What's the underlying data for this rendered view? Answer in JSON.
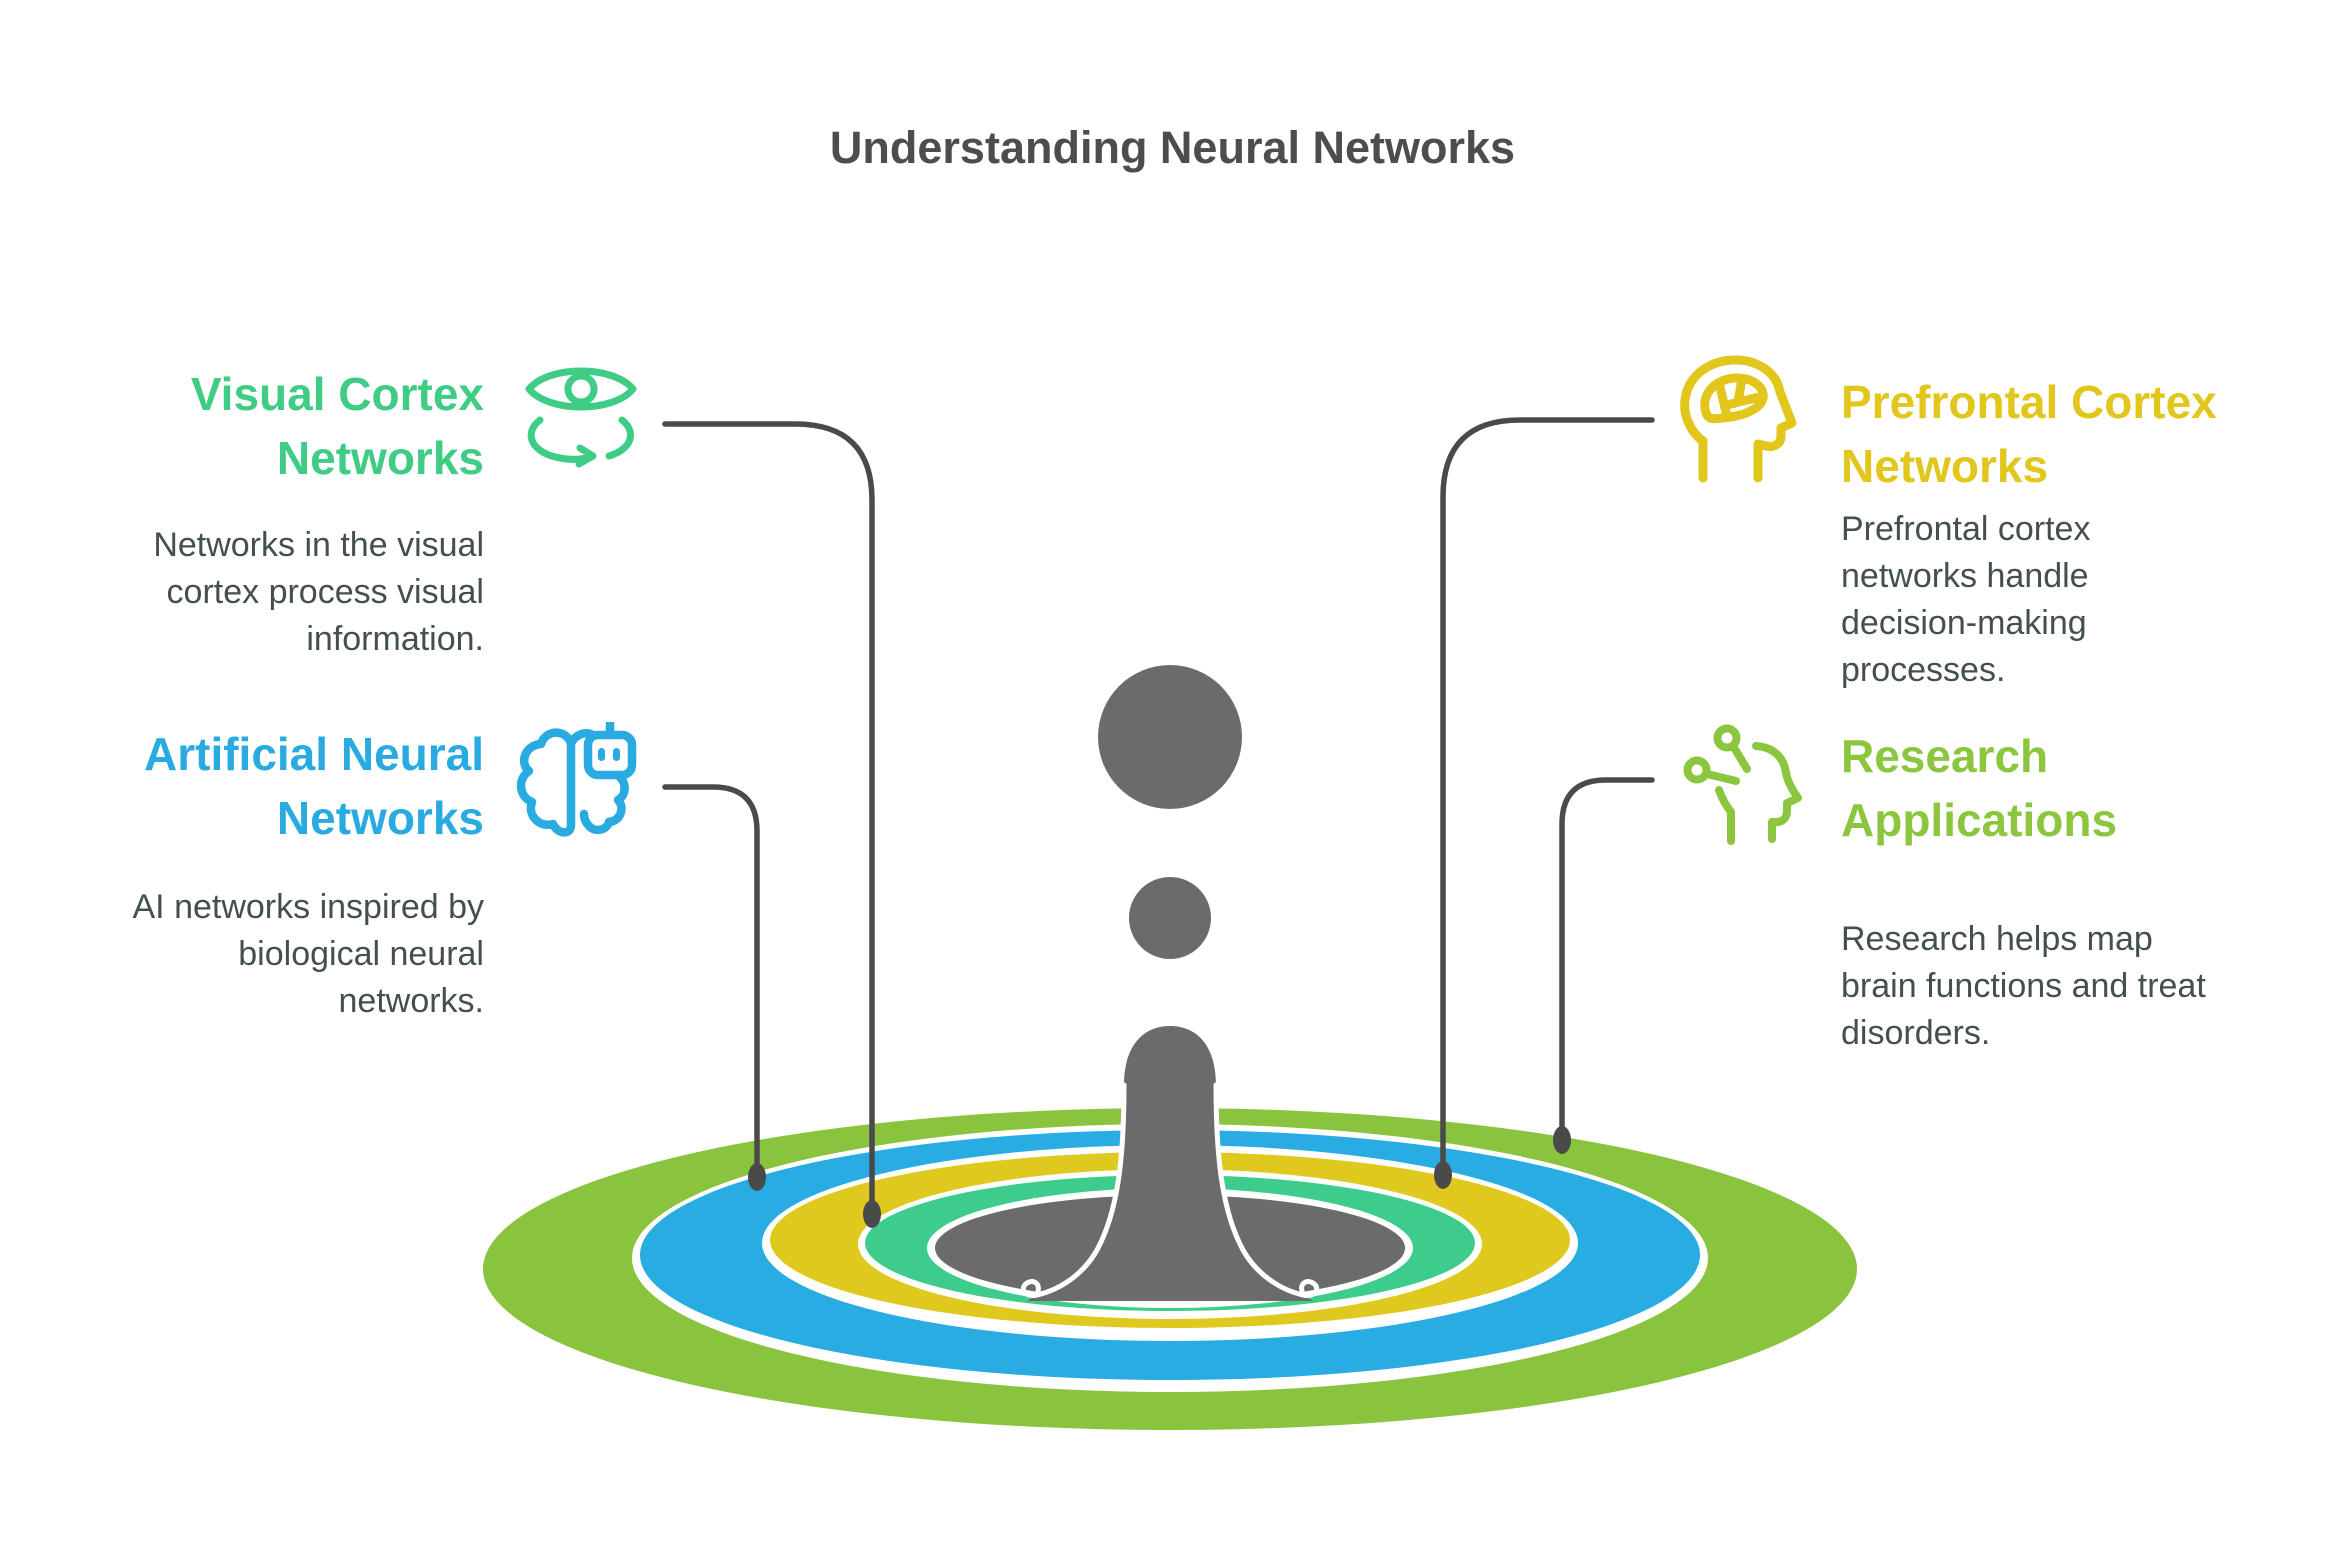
{
  "title": "Understanding Neural Networks",
  "colors": {
    "title_text": "#4D4D4D",
    "body_text": "#44504A",
    "connector": "#4A4A4A",
    "splash_gray": "#6B6B6B",
    "white": "#FFFFFF",
    "ring_lime": "#8AC43F",
    "ring_blue": "#29ACE2",
    "ring_yellow": "#E0C91E",
    "ring_emerald": "#3ECC8C"
  },
  "sections": [
    {
      "id": "visual-cortex-networks",
      "heading": "Visual Cortex\nNetworks",
      "description": "Networks in the visual\ncortex process visual\ninformation.",
      "color": "#3FCC85",
      "icon": "eye-rotation-icon"
    },
    {
      "id": "artificial-neural-networks",
      "heading": "Artificial Neural\nNetworks",
      "description": "AI networks inspired by\nbiological neural\nnetworks.",
      "color": "#29ABE2",
      "icon": "brain-robot-icon"
    },
    {
      "id": "prefrontal-cortex-networks",
      "heading": "Prefrontal Cortex\nNetworks",
      "description": "Prefrontal cortex\nnetworks handle\ndecision-making\nprocesses.",
      "color": "#E2C61B",
      "icon": "head-brain-icon"
    },
    {
      "id": "research-applications",
      "heading": "Research\nApplications",
      "description": "Research helps map\nbrain functions and treat\ndisorders.",
      "color": "#8CC63F",
      "icon": "head-neurons-icon"
    }
  ]
}
